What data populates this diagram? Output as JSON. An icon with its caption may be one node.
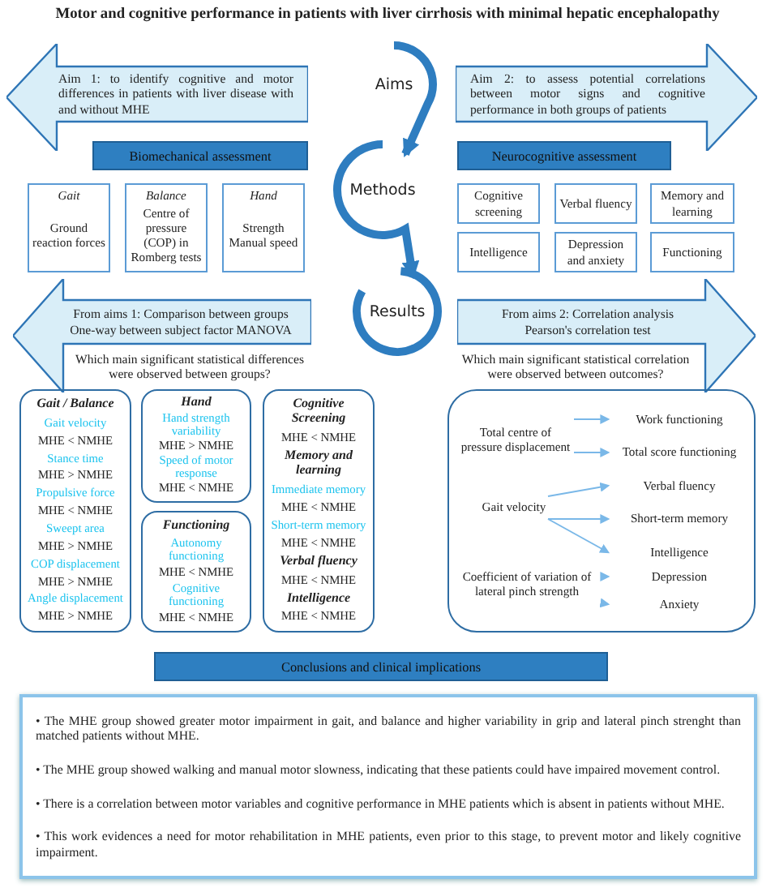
{
  "diagram": {
    "title": "Motor and cognitive performance in patients with liver cirrhosis with minimal hepatic encephalopathy",
    "nodes": [
      {
        "text": [
          "Aim 1: to identify cognitive and motor differences in patients with liver disease with and without MHE"
        ]
      },
      {
        "text": [
          "Aims"
        ]
      },
      {
        "text": [
          "Aim 2: to assess potential correlations between motor signs and cognitive performance in both groups of patients"
        ]
      },
      {
        "text": [
          "Biomechanical assessment"
        ]
      },
      {
        "text": [
          "Methods"
        ]
      },
      {
        "text": [
          "Neurocognitive assessment"
        ]
      },
      {
        "text": [
          "Gait",
          "Ground reaction forces"
        ]
      },
      {
        "text": [
          "Balance",
          "Centre of pressure (COP) in Romberg tests"
        ]
      },
      {
        "text": [
          "Hand",
          "Strength Manual speed"
        ]
      },
      {
        "text": [
          "Cognitive screening"
        ]
      },
      {
        "text": [
          "Verbal fluency"
        ]
      },
      {
        "text": [
          "Memory and learning"
        ]
      },
      {
        "text": [
          "Intelligence"
        ]
      },
      {
        "text": [
          "Depression and anxiety"
        ]
      },
      {
        "text": [
          "Functioning"
        ]
      },
      {
        "text": [
          "From aims 1: Comparison between groups",
          "One-way between subject factor MANOVA"
        ]
      },
      {
        "text": [
          "Results"
        ]
      },
      {
        "text": [
          "From aims 2: Correlation analysis",
          "Pearson's correlation test"
        ]
      },
      {
        "text": [
          "Gait / Balance",
          "Gait velocity",
          "MHE < NMHE",
          "Stance time",
          "MHE > NMHE",
          "Propulsive force",
          "MHE < NMHE",
          "Sweept area",
          "MHE > NMHE",
          "COP displacement",
          "MHE > NMHE",
          "Angle displacement",
          "MHE > NMHE"
        ]
      },
      {
        "text": [
          "Hand",
          "Hand strength variability",
          "MHE > NMHE",
          "Speed of motor response",
          "MHE < NMHE"
        ]
      },
      {
        "text": [
          "Functioning",
          "Autonomy functioning",
          "MHE < NMHE",
          "Cognitive functioning",
          "MHE < NMHE"
        ]
      },
      {
        "text": [
          "Cognitive Screening",
          "MHE < NMHE",
          "Memory and learning",
          "Immediate memory",
          "MHE < NMHE",
          "Short-term memory",
          "MHE < NMHE",
          "Verbal fluency",
          "MHE < NMHE",
          "Intelligence",
          "MHE < NMHE"
        ]
      },
      {
        "text": [],
        "shape": "box"
      },
      {
        "text": [
          "Total centre of pressure displacement"
        ],
        "in": 22
      },
      {
        "text": [
          "Work functioning"
        ],
        "in": 22
      },
      {
        "text": [
          "Total score functioning"
        ],
        "in": 22
      },
      {
        "text": [
          "Gait velocity"
        ],
        "in": 22
      },
      {
        "text": [
          "Verbal fluency"
        ],
        "in": 22
      },
      {
        "text": [
          "Short-term memory"
        ],
        "in": 22
      },
      {
        "text": [
          "Intelligence"
        ],
        "in": 22
      },
      {
        "text": [
          "Coefficient of variation of lateral pinch strength"
        ],
        "in": 22
      },
      {
        "text": [
          "Depression"
        ],
        "in": 22
      },
      {
        "text": [
          "Anxiety"
        ],
        "in": 22
      },
      {
        "text": [
          "Conclusions and clinical implications"
        ]
      },
      {
        "text": [
          "• The MHE group showed greater motor impairment in gait, and balance and higher variability in grip and lateral pinch strenght than matched patients without MHE.",
          "• The MHE group showed walking and manual motor slowness, indicating that these patients could have impaired movement control.",
          "• There is a correlation between motor variables and cognitive performance in MHE patients which is absent in patients without MHE.",
          "• This work evidences a need for motor rehabilitation in MHE patients, even prior to this stage, to prevent motor and likely cognitive impairment."
        ]
      }
    ],
    "edges": [
      {
        "from": 1,
        "to": 4,
        "arrow": "to",
        "style": "thick",
        "color": "#2e7dc0"
      },
      {
        "from": 4,
        "to": 16,
        "arrow": "to",
        "style": "thick",
        "color": "#2e7dc0"
      },
      {
        "from": 23,
        "to": 24,
        "arrow": "to"
      },
      {
        "from": 23,
        "to": 25,
        "arrow": "to"
      },
      {
        "from": 26,
        "to": 27,
        "arrow": "to"
      },
      {
        "from": 26,
        "to": 28,
        "arrow": "to"
      },
      {
        "from": 26,
        "to": 29,
        "arrow": "to"
      },
      {
        "from": 30,
        "to": 31,
        "arrow": "to"
      },
      {
        "from": 30,
        "to": 32,
        "arrow": "to"
      }
    ],
    "labels": [
      "Which main significant statistical differences were observed between groups?",
      "Which main significant statistical correlation were observed between outcomes?"
    ]
  }
}
